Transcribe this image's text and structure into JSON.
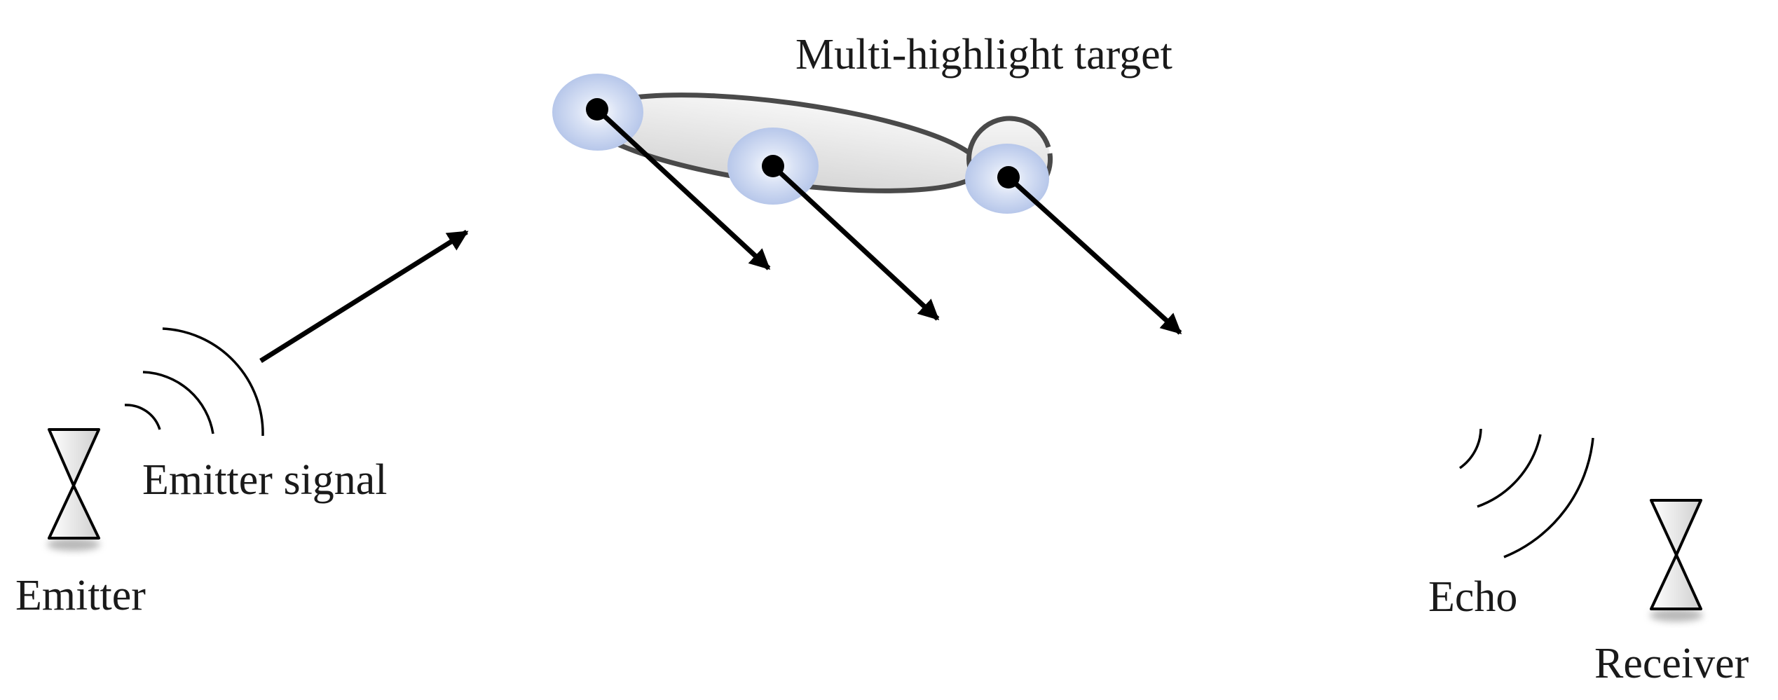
{
  "labels": {
    "target": "Multi-highlight target",
    "emitter_signal": "Emitter signal",
    "emitter": "Emitter",
    "echo": "Echo",
    "receiver": "Receiver"
  },
  "colors": {
    "line": "#000000",
    "target_outline": "#4a4a4a",
    "target_fill": "#e4e4e4",
    "highlight_glow": "#b7c7ea",
    "transducer_fill": "#e8e8e8"
  },
  "icons": {
    "transducer": "hourglass-transducer-icon",
    "waves": "wave-arcs-icon",
    "highlight": "scatter-point-icon"
  }
}
